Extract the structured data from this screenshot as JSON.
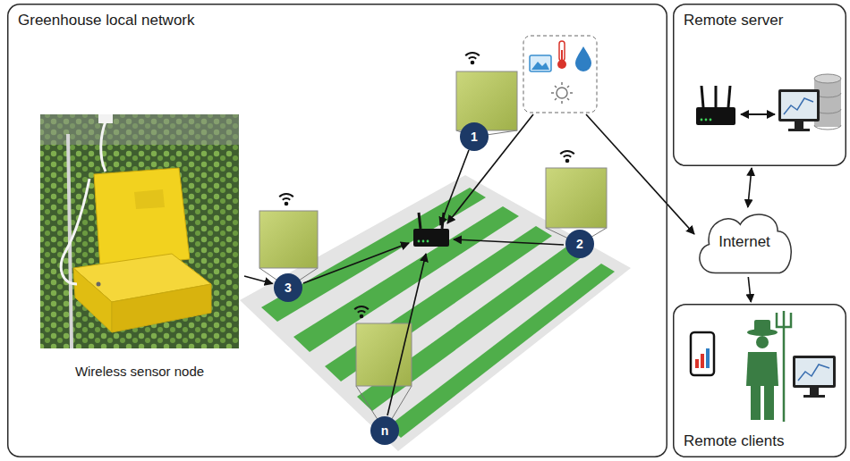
{
  "diagram": {
    "nodes": [
      {
        "text": [
          "Greenhouse local network"
        ]
      },
      {
        "text": [
          "Wireless sensor node"
        ],
        "in": 0
      },
      {
        "text": [
          "1"
        ],
        "in": 0
      },
      {
        "text": [
          "2"
        ],
        "in": 0
      },
      {
        "text": [
          "3"
        ],
        "in": 0
      },
      {
        "text": [
          "n"
        ],
        "in": 0
      },
      {
        "text": [
          "Remote server"
        ]
      },
      {
        "text": [
          "Internet"
        ]
      },
      {
        "text": [
          "Remote clients"
        ]
      }
    ],
    "edges": [
      {
        "from": 1,
        "to": 4,
        "arrow": "to"
      },
      {
        "from": 6,
        "to": 7,
        "arrow": "both"
      },
      {
        "from": 7,
        "to": 8,
        "arrow": "to"
      }
    ]
  }
}
